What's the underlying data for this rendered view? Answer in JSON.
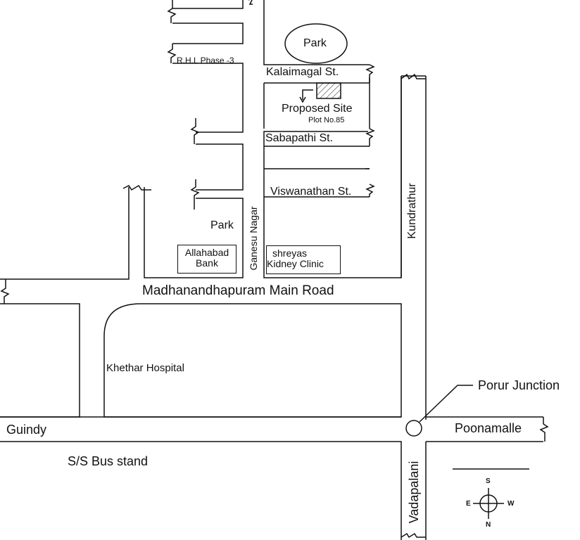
{
  "map": {
    "roads": {
      "main_road": "Madhanandhapuram Main Road",
      "kalaimagal": "Kalaimagal St.",
      "sabapathi": "Sabapathi St.",
      "viswanathan": "Viswanathan St.",
      "ganesu_nagar": "Ganesu Nagar",
      "kundrathur": "Kundrathur",
      "vadapalani": "Vadapalani",
      "poonamalle": "Poonamalle",
      "guindy": "Guindy",
      "rhl_phase": "R.H.L Phase -3"
    },
    "places": {
      "park_top": "Park",
      "park_left": "Park",
      "proposed_site": "Proposed Site",
      "plot_no": "Plot No.85",
      "allahabad_line1": "Allahabad",
      "allahabad_line2": "Bank",
      "shreyas_line1": "shreyas",
      "shreyas_line2": "Kidney Clinic",
      "khethar": "Khethar Hospital",
      "porur_junction": "Porur Junction",
      "bus_stand": "S/S Bus stand"
    },
    "compass": {
      "top": "S",
      "bottom": "N",
      "left": "E",
      "right": "W"
    }
  }
}
